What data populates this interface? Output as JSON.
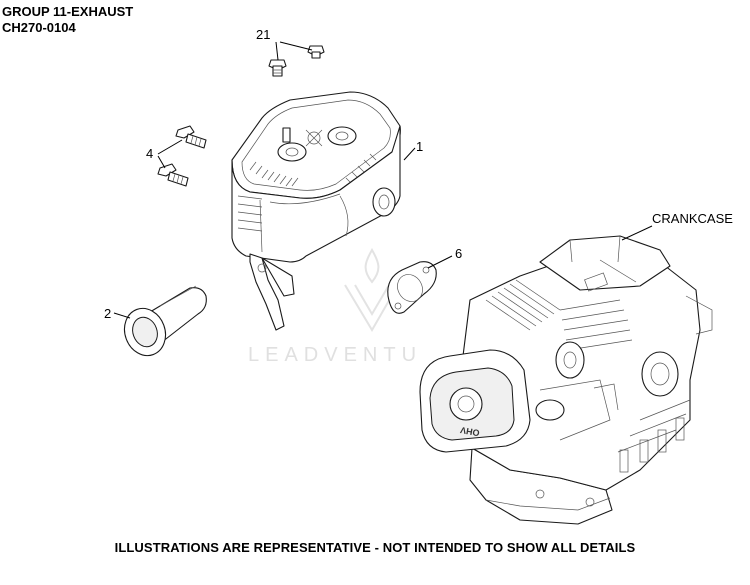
{
  "header": {
    "group_title": "GROUP 11-EXHAUST",
    "model_code": "CH270-0104"
  },
  "callouts": {
    "c1": "1",
    "c2": "2",
    "c4": "4",
    "c6": "6",
    "c21": "21",
    "crankcase": "CRANKCASE"
  },
  "watermark": {
    "text": "LEADVENTU"
  },
  "footer": {
    "disclaimer": "ILLUSTRATIONS ARE REPRESENTATIVE - NOT INTENDED TO SHOW ALL DETAILS"
  }
}
